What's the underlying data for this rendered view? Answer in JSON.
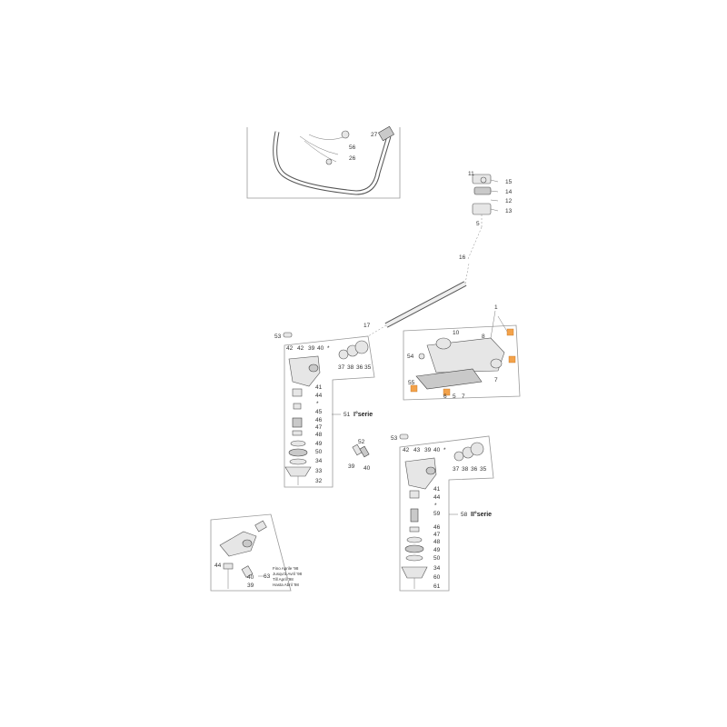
{
  "colors": {
    "highlight": "#f3a24a",
    "frame": "#999999",
    "part": "#e6e6e6"
  },
  "labels": {
    "l56": "56",
    "l26": "26",
    "l27": "27",
    "l11": "11",
    "l15": "15",
    "l14": "14",
    "l12": "12",
    "l13": "13",
    "l5a": "5",
    "l16": "16",
    "l17": "17",
    "l1": "1",
    "l10": "10",
    "l8": "8",
    "l54": "54",
    "l7a": "7",
    "l55": "55",
    "l6a": "6",
    "l5b": "5",
    "l7b": "7",
    "a53": "53",
    "a42a": "42",
    "a42b": "42",
    "a39": "39",
    "a40": "40",
    "a37": "37",
    "a38": "38",
    "a36": "36",
    "a35": "35",
    "a41": "41",
    "a44": "44",
    "a45": "45",
    "a46": "46",
    "a47": "47",
    "a48": "48",
    "a49": "49",
    "a50": "50",
    "a34": "34",
    "a33": "33",
    "a32": "32",
    "a51": "51",
    "a_serie": "I°serie",
    "c52": "52",
    "c39": "39",
    "c40": "40",
    "b53": "53",
    "b42": "42",
    "b43": "43",
    "b39": "39",
    "b40": "40",
    "b37": "37",
    "b38": "38",
    "b36": "36",
    "b35": "35",
    "b41": "41",
    "b44": "44",
    "b59": "59",
    "b46": "46",
    "b47": "47",
    "b48": "48",
    "b49": "49",
    "b50": "50",
    "b34": "34",
    "b60": "60",
    "b61": "61",
    "b58": "58",
    "b_serie": "II°serie",
    "d44": "44",
    "d40": "40",
    "d39": "39",
    "d63": "63",
    "note1": "Fino Aprile '98",
    "note2": "Jusqu'à Avril '98",
    "note3": "Till April '98",
    "note4": "Hasta Abril '98",
    "star": "*"
  }
}
